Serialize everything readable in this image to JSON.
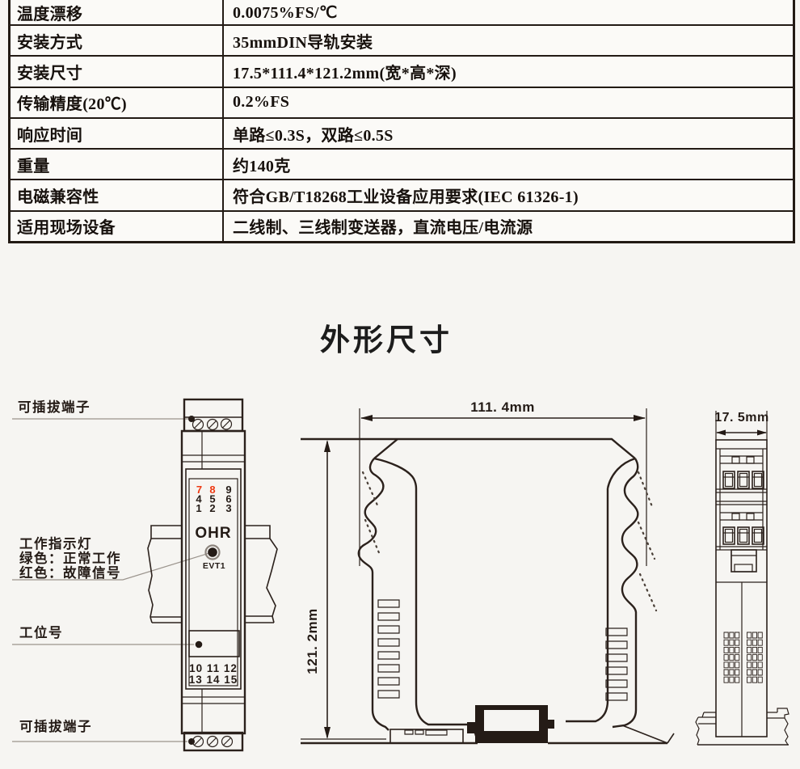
{
  "page": {
    "background": "#f6f5f2",
    "line_color": "#2b211c",
    "accent_red": "#ee3912"
  },
  "spec_table": {
    "rows": [
      {
        "label": "温度漂移",
        "value": "0.0075%FS/℃"
      },
      {
        "label": "安装方式",
        "value": "35mmDIN导轨安装"
      },
      {
        "label": "安装尺寸",
        "value": "17.5*111.4*121.2mm(宽*高*深)"
      },
      {
        "label": "传输精度(20℃)",
        "value": "0.2%FS"
      },
      {
        "label": "响应时间",
        "value": "单路≤0.3S，双路≤0.5S"
      },
      {
        "label": "重量",
        "value": "约140克"
      },
      {
        "label": "电磁兼容性",
        "value": "符合GB/T18268工业设备应用要求(IEC 61326-1)"
      },
      {
        "label": "适用现场设备",
        "value": "二线制、三线制变送器，直流电压/电流源"
      }
    ]
  },
  "section_title": "外形尺寸",
  "front_view": {
    "labels": {
      "top_terminal": "可插拔端子",
      "indicator_title": "工作指示灯",
      "indicator_green": "绿色：正常工作",
      "indicator_red": "红色：故障信号",
      "station_number": "工位号",
      "bottom_terminal": "可插拔端子"
    },
    "terminal_numbers_top": [
      "7",
      "8",
      "9",
      "4",
      "5",
      "6",
      "1",
      "2",
      "3"
    ],
    "brand": "OHR",
    "led_label": "EVT1",
    "terminal_numbers_bottom_row1": "10 11 12",
    "terminal_numbers_bottom_row2": "13 14 15"
  },
  "dimensions": {
    "width": "111. 4mm",
    "height": "121. 2mm",
    "depth": "17. 5mm"
  }
}
